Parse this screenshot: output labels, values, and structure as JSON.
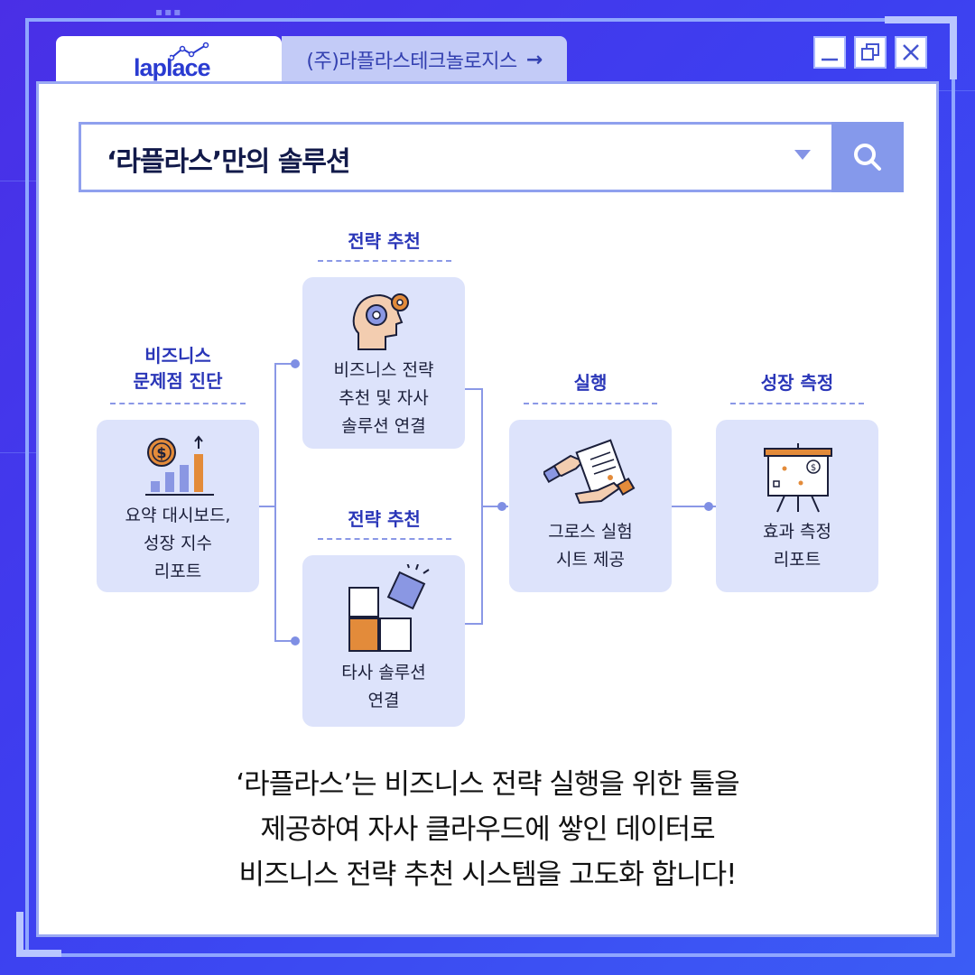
{
  "browser": {
    "logo_text": "laplace",
    "tab_label": "(주)라플라스테크놀로지스",
    "tab_arrow": "→"
  },
  "window_controls": [
    "minimize-icon",
    "restore-icon",
    "close-icon"
  ],
  "search": {
    "text": "‘라플라스’만의 솔루션",
    "icons": [
      "chevron-down-icon",
      "search-icon"
    ]
  },
  "flow": {
    "diagnosis": {
      "label": "비즈니스\n문제점 진단",
      "card": "요약 대시보드,\n성장 지수\n리포트"
    },
    "strategy_top": {
      "label": "전략 추천",
      "card": "비즈니스 전략\n추천 및 자사\n솔루션 연결"
    },
    "strategy_bottom": {
      "label": "전략 추천",
      "card": "타사 솔루션\n연결"
    },
    "execution": {
      "label": "실행",
      "card": "그로스 실험\n시트 제공"
    },
    "growth": {
      "label": "성장 측정",
      "card": "효과 측정\n리포트"
    }
  },
  "footer": {
    "line1": "‘라플라스’는 비즈니스 전략 실행을 위한 툴을",
    "line2": "제공하여 자사 클라우드에 쌓인 데이터로",
    "line3": "비즈니스 전략 추천 시스템을 고도화 합니다!"
  },
  "colors": {
    "background": "#3d3ff0",
    "accent": "#2a36b8",
    "card": "#dde3fb",
    "orange": "#e38b3a"
  }
}
